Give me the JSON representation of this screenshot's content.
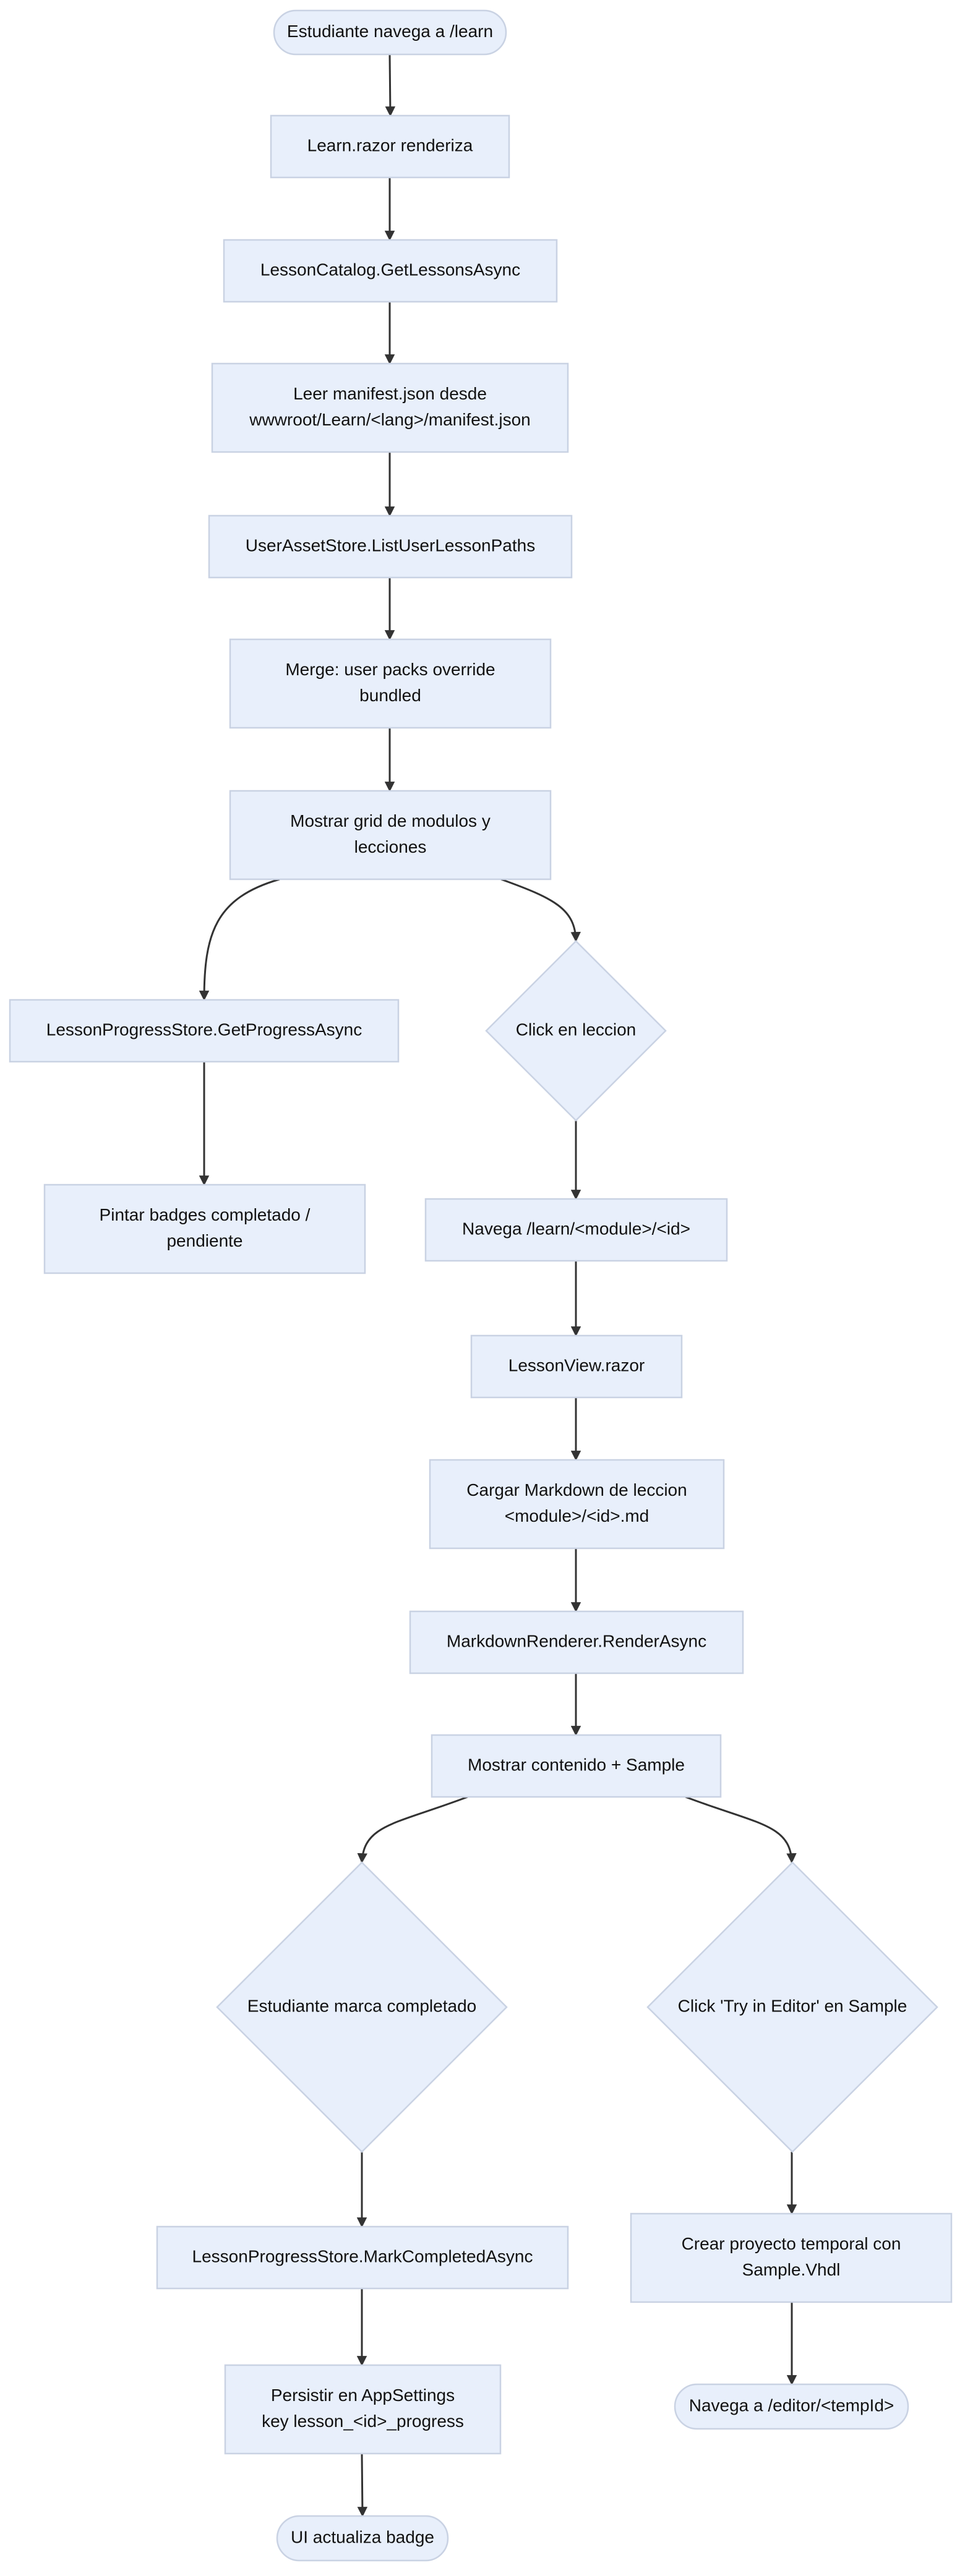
{
  "diagram": {
    "type": "flowchart",
    "direction": "top-to-bottom",
    "colors": {
      "node_fill": "#e8effb",
      "node_border": "#c9d2e3",
      "edge": "#333333",
      "text": "#111111"
    },
    "nodes": {
      "start": {
        "shape": "stadium",
        "lines": [
          "Estudiante navega a /learn"
        ]
      },
      "learn_razor": {
        "shape": "rect",
        "lines": [
          "Learn.razor renderiza"
        ]
      },
      "get_lessons": {
        "shape": "rect",
        "lines": [
          "LessonCatalog.GetLessonsAsync"
        ]
      },
      "read_manifest": {
        "shape": "rect",
        "lines": [
          "Leer manifest.json desde",
          "wwwroot/Learn/<lang>/manifest.json"
        ]
      },
      "list_user_paths": {
        "shape": "rect",
        "lines": [
          "UserAssetStore.ListUserLessonPaths"
        ]
      },
      "merge": {
        "shape": "rect",
        "lines": [
          "Merge: user packs override",
          "bundled"
        ]
      },
      "show_grid": {
        "shape": "rect",
        "lines": [
          "Mostrar grid de modulos y",
          "lecciones"
        ]
      },
      "get_progress": {
        "shape": "rect",
        "lines": [
          "LessonProgressStore.GetProgressAsync"
        ]
      },
      "paint_badges": {
        "shape": "rect",
        "lines": [
          "Pintar badges completado /",
          "pendiente"
        ]
      },
      "click_lesson": {
        "shape": "diamond",
        "lines": [
          "Click en leccion"
        ]
      },
      "navigate_lesson": {
        "shape": "rect",
        "lines": [
          "Navega /learn/<module>/<id>"
        ]
      },
      "lesson_view": {
        "shape": "rect",
        "lines": [
          "LessonView.razor"
        ]
      },
      "load_markdown": {
        "shape": "rect",
        "lines": [
          "Cargar Markdown de leccion",
          "<module>/<id>.md"
        ]
      },
      "render_markdown": {
        "shape": "rect",
        "lines": [
          "MarkdownRenderer.RenderAsync"
        ]
      },
      "show_content": {
        "shape": "rect",
        "lines": [
          "Mostrar contenido + Sample"
        ]
      },
      "mark_completed": {
        "shape": "diamond",
        "lines": [
          "Estudiante marca completado"
        ]
      },
      "try_editor": {
        "shape": "diamond",
        "lines": [
          "Click 'Try in Editor' en Sample"
        ]
      },
      "mark_completed_async": {
        "shape": "rect",
        "lines": [
          "LessonProgressStore.MarkCompletedAsync"
        ]
      },
      "create_temp_project": {
        "shape": "rect",
        "lines": [
          "Crear proyecto temporal con",
          "Sample.Vhdl"
        ]
      },
      "persist_settings": {
        "shape": "rect",
        "lines": [
          "Persistir en AppSettings",
          "key lesson_<id>_progress"
        ]
      },
      "navigate_editor": {
        "shape": "stadium",
        "lines": [
          "Navega a /editor/<tempId>"
        ]
      },
      "ui_update_badge": {
        "shape": "stadium",
        "lines": [
          "UI actualiza badge"
        ]
      }
    },
    "edges": [
      {
        "from": "start",
        "to": "learn_razor"
      },
      {
        "from": "learn_razor",
        "to": "get_lessons"
      },
      {
        "from": "get_lessons",
        "to": "read_manifest"
      },
      {
        "from": "read_manifest",
        "to": "list_user_paths"
      },
      {
        "from": "list_user_paths",
        "to": "merge"
      },
      {
        "from": "merge",
        "to": "show_grid"
      },
      {
        "from": "show_grid",
        "to": "get_progress"
      },
      {
        "from": "show_grid",
        "to": "click_lesson"
      },
      {
        "from": "get_progress",
        "to": "paint_badges"
      },
      {
        "from": "click_lesson",
        "to": "navigate_lesson"
      },
      {
        "from": "navigate_lesson",
        "to": "lesson_view"
      },
      {
        "from": "lesson_view",
        "to": "load_markdown"
      },
      {
        "from": "load_markdown",
        "to": "render_markdown"
      },
      {
        "from": "render_markdown",
        "to": "show_content"
      },
      {
        "from": "show_content",
        "to": "mark_completed"
      },
      {
        "from": "show_content",
        "to": "try_editor"
      },
      {
        "from": "mark_completed",
        "to": "mark_completed_async"
      },
      {
        "from": "try_editor",
        "to": "create_temp_project"
      },
      {
        "from": "mark_completed_async",
        "to": "persist_settings"
      },
      {
        "from": "create_temp_project",
        "to": "navigate_editor"
      },
      {
        "from": "persist_settings",
        "to": "ui_update_badge"
      }
    ]
  }
}
